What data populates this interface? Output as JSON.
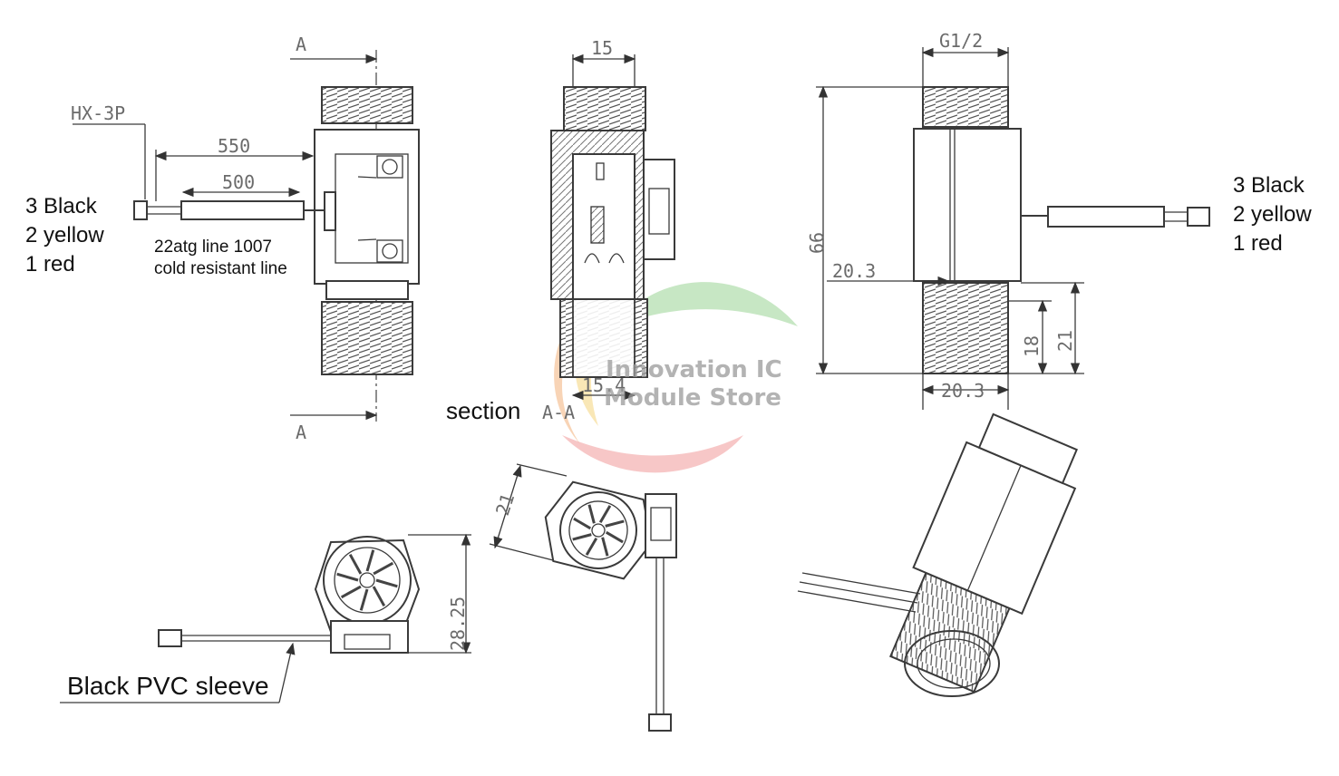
{
  "front_view": {
    "section_marker_top": "A",
    "section_marker_bottom": "A",
    "connector_label": "HX-3P",
    "dim_cable_total": "550",
    "dim_cable_sleeve": "500",
    "wire_colors": [
      "3 Black",
      "2 yellow",
      "1 red"
    ],
    "cable_spec_line1": "22atg line 1007",
    "cable_spec_line2": "cold resistant line"
  },
  "section_view": {
    "dim_width_top": "15",
    "dim_width_bottom": "15.4",
    "caption_word": "section",
    "caption_marker": "A-A"
  },
  "side_view": {
    "dim_thread": "G1/2",
    "dim_height": "66",
    "dim_flat_left": "20.3",
    "dim_bottom_width": "20.3",
    "dim_thread_len": "18",
    "dim_lower_len": "21",
    "wire_colors": [
      "3 Black",
      "2 yellow",
      "1 red"
    ]
  },
  "bottom_views": {
    "dim_face_height": "28.25",
    "sleeve_label": "Black PVC sleeve",
    "dim_diag": "21"
  },
  "watermark": {
    "line1": "Innovation IC",
    "line2": "Module Store",
    "colors": [
      "#f3b07a",
      "#f4d37a",
      "#8fcf8a",
      "#f08f8f"
    ]
  }
}
